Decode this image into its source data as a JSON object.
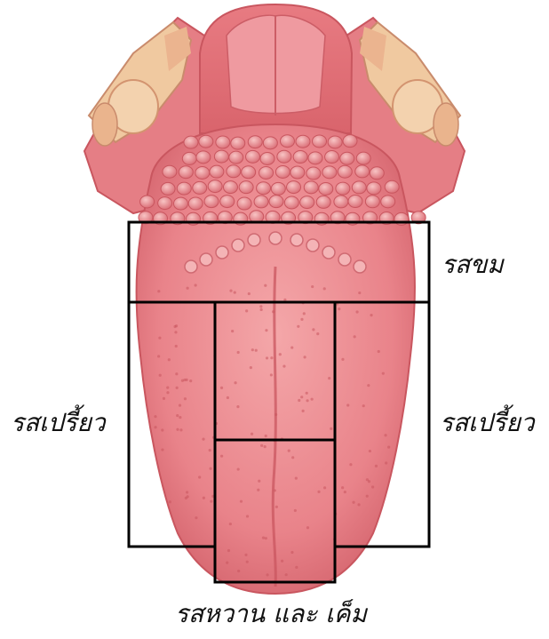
{
  "labels": {
    "bitter": "รสขม",
    "sour_left": "รสเปรี้ยว",
    "sour_right": "รสเปรี้ยว",
    "sweet_salty": "รสหวาน และ เค็ม"
  },
  "colors": {
    "tongue_base": "#e9838a",
    "tongue_light": "#f2a3a6",
    "tongue_dark": "#c9565f",
    "tonsil_tissue": "#f0c9a0",
    "box_stroke": "#000000"
  }
}
